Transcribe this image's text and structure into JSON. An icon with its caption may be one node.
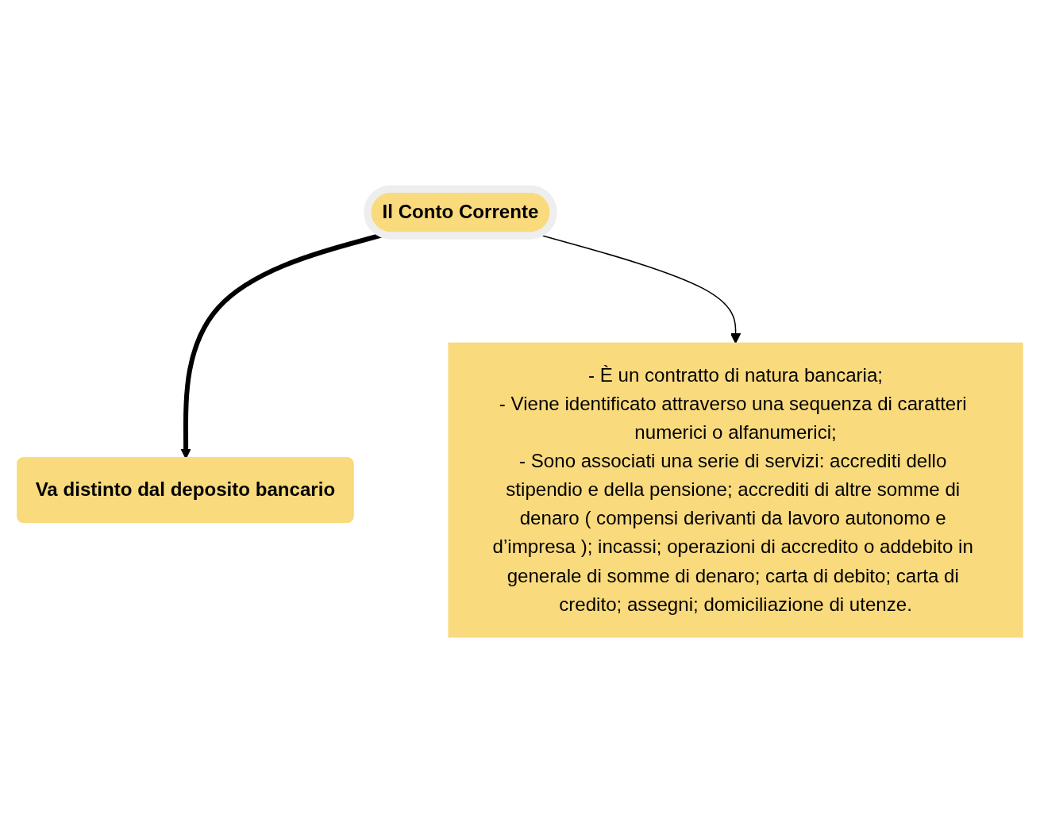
{
  "diagram": {
    "nodes": [
      {
        "text": [
          "Il Conto Corrente"
        ]
      },
      {
        "text": [
          "Va distinto dal deposito bancario"
        ]
      },
      {
        "text": [
          "- È un contratto di natura bancaria;",
          "- Viene identificato attraverso una sequenza di caratteri numerici o alfanumerici;",
          "- Sono associati una serie di servizi: accrediti dello stipendio e della pensione; accrediti di altre somme di denaro ( compensi derivanti da lavoro autonomo e d’impresa ); incassi; operazioni di accredito o addebito in generale di somme di denaro; carta di debito; carta di credito; assegni; domiciliazione di utenze."
        ]
      }
    ],
    "edges": [
      {
        "from": 0,
        "to": 1,
        "arrow": "to",
        "style": "thick"
      },
      {
        "from": 0,
        "to": 2,
        "arrow": "to"
      }
    ]
  }
}
